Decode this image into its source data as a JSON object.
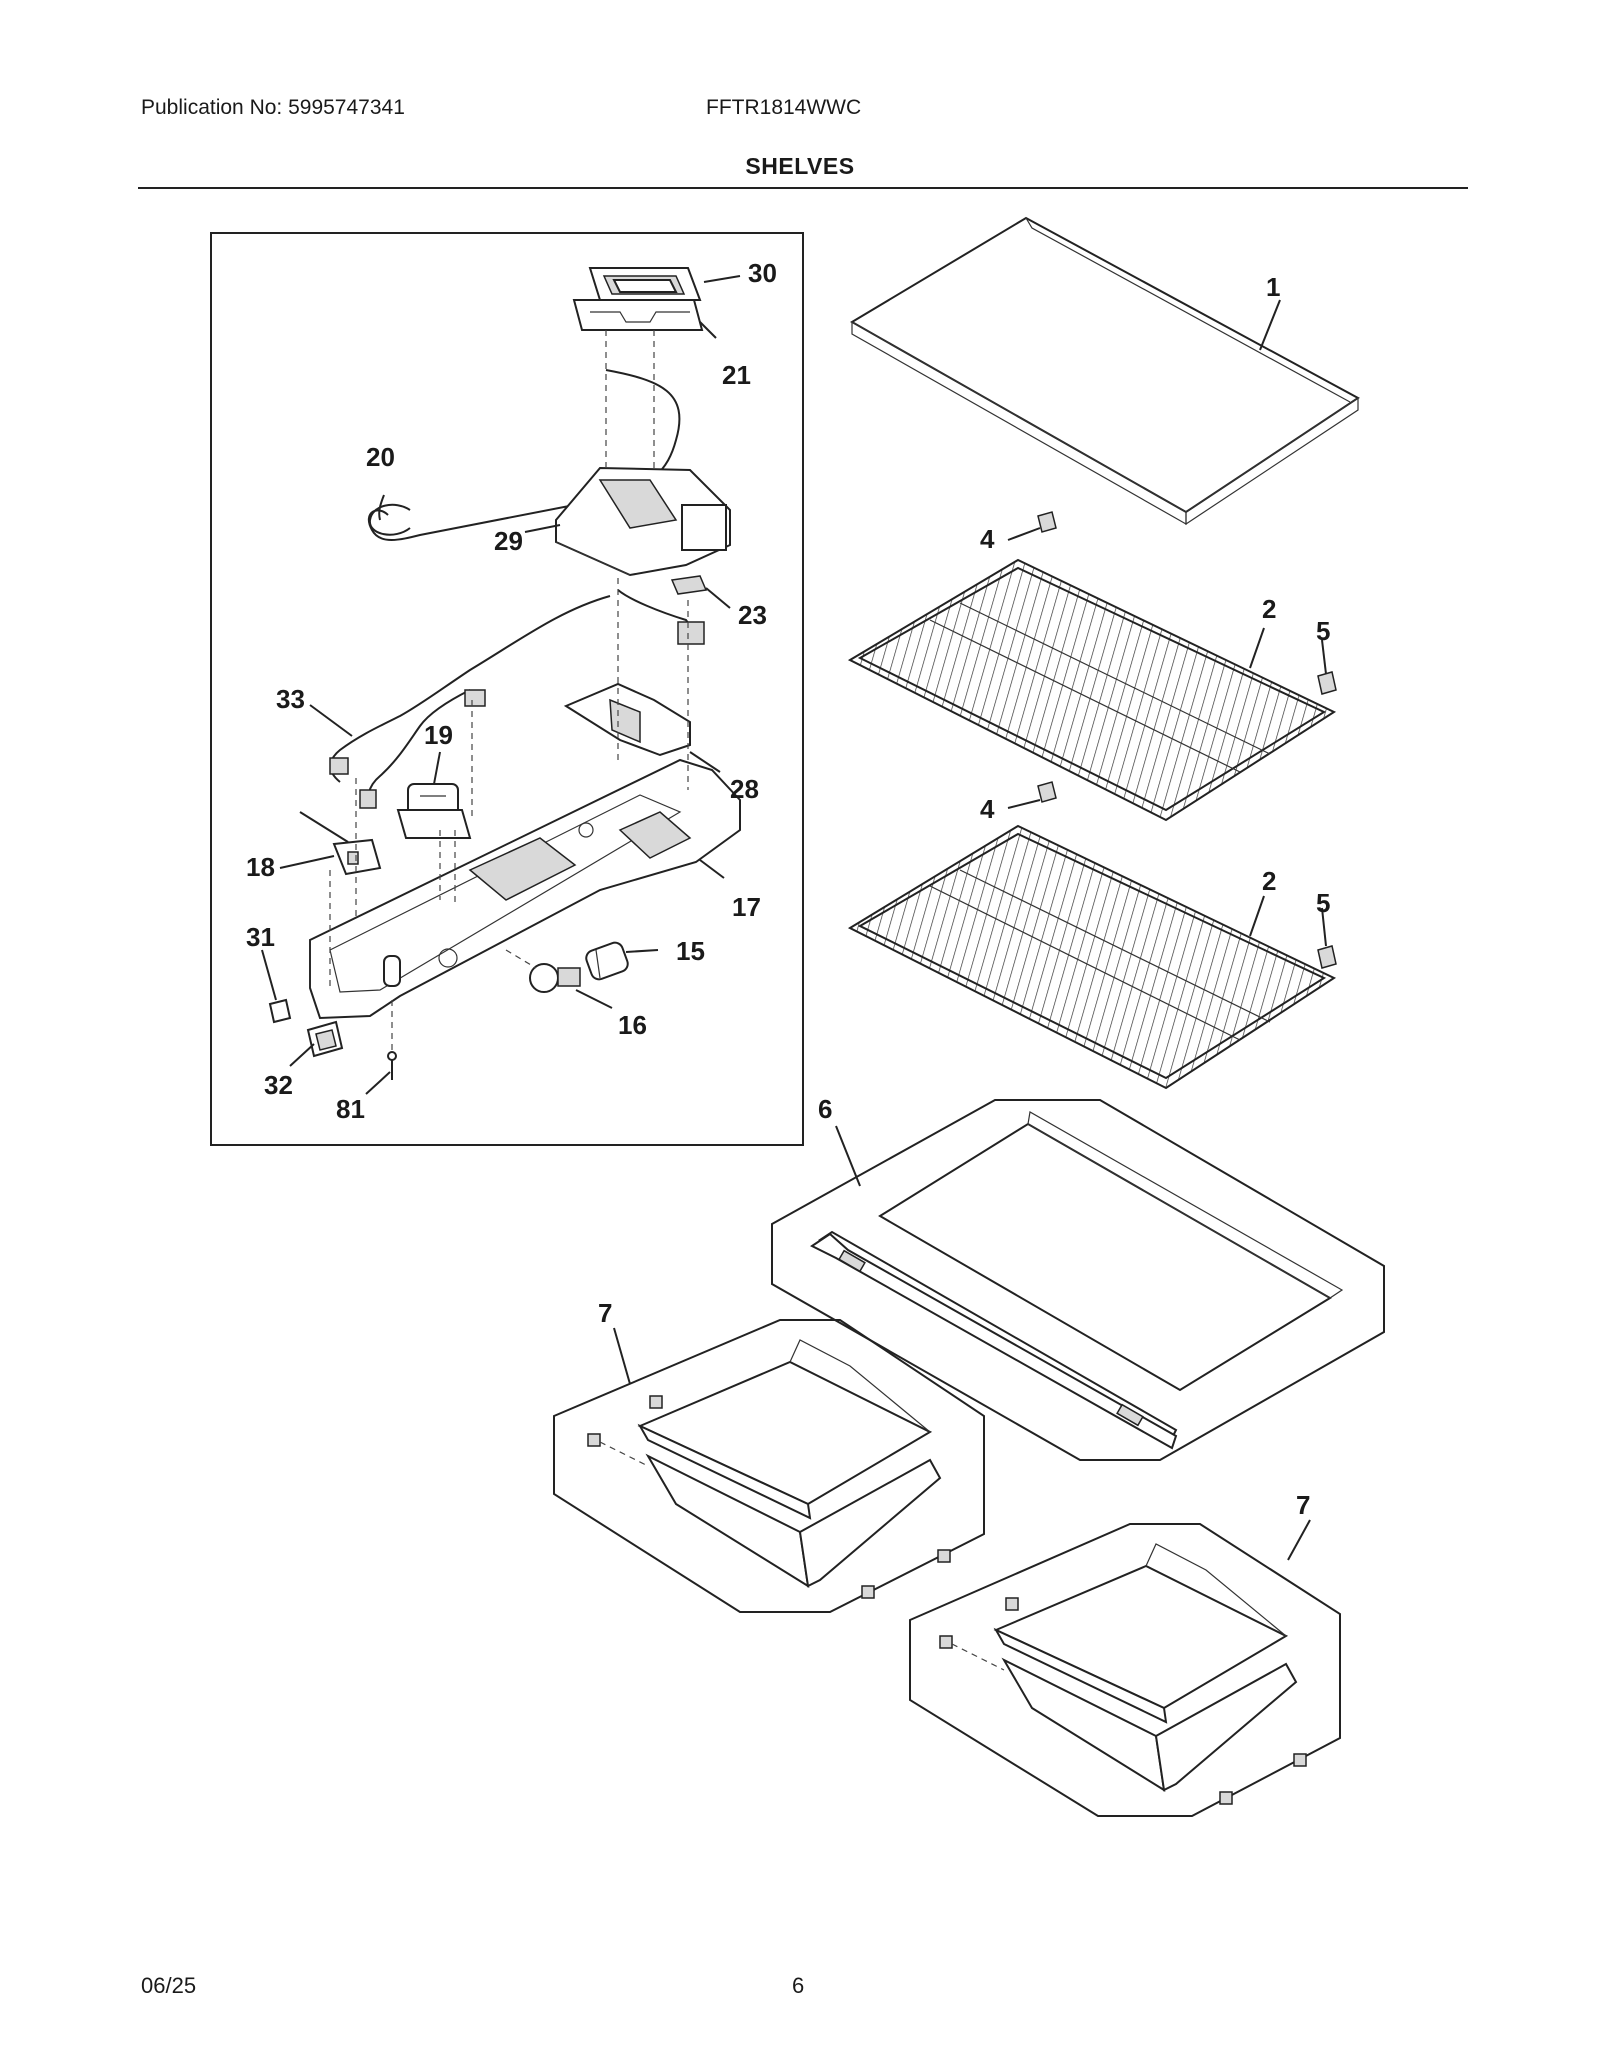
{
  "header": {
    "publication": "Publication No: 5995747341",
    "model": "FFTR1814WWC",
    "section_title": "SHELVES"
  },
  "callouts": {
    "c30": "30",
    "c21": "21",
    "c20": "20",
    "c29": "29",
    "c23": "23",
    "c33": "33",
    "c19": "19",
    "c28": "28",
    "c18": "18",
    "c17": "17",
    "c31": "31",
    "c15": "15",
    "c16": "16",
    "c32": "32",
    "c81": "81",
    "c1": "1",
    "c4a": "4",
    "c2a": "2",
    "c5a": "5",
    "c4b": "4",
    "c2b": "2",
    "c5b": "5",
    "c6": "6",
    "c7a": "7",
    "c7b": "7"
  },
  "footer": {
    "date": "06/25",
    "page": "6"
  }
}
